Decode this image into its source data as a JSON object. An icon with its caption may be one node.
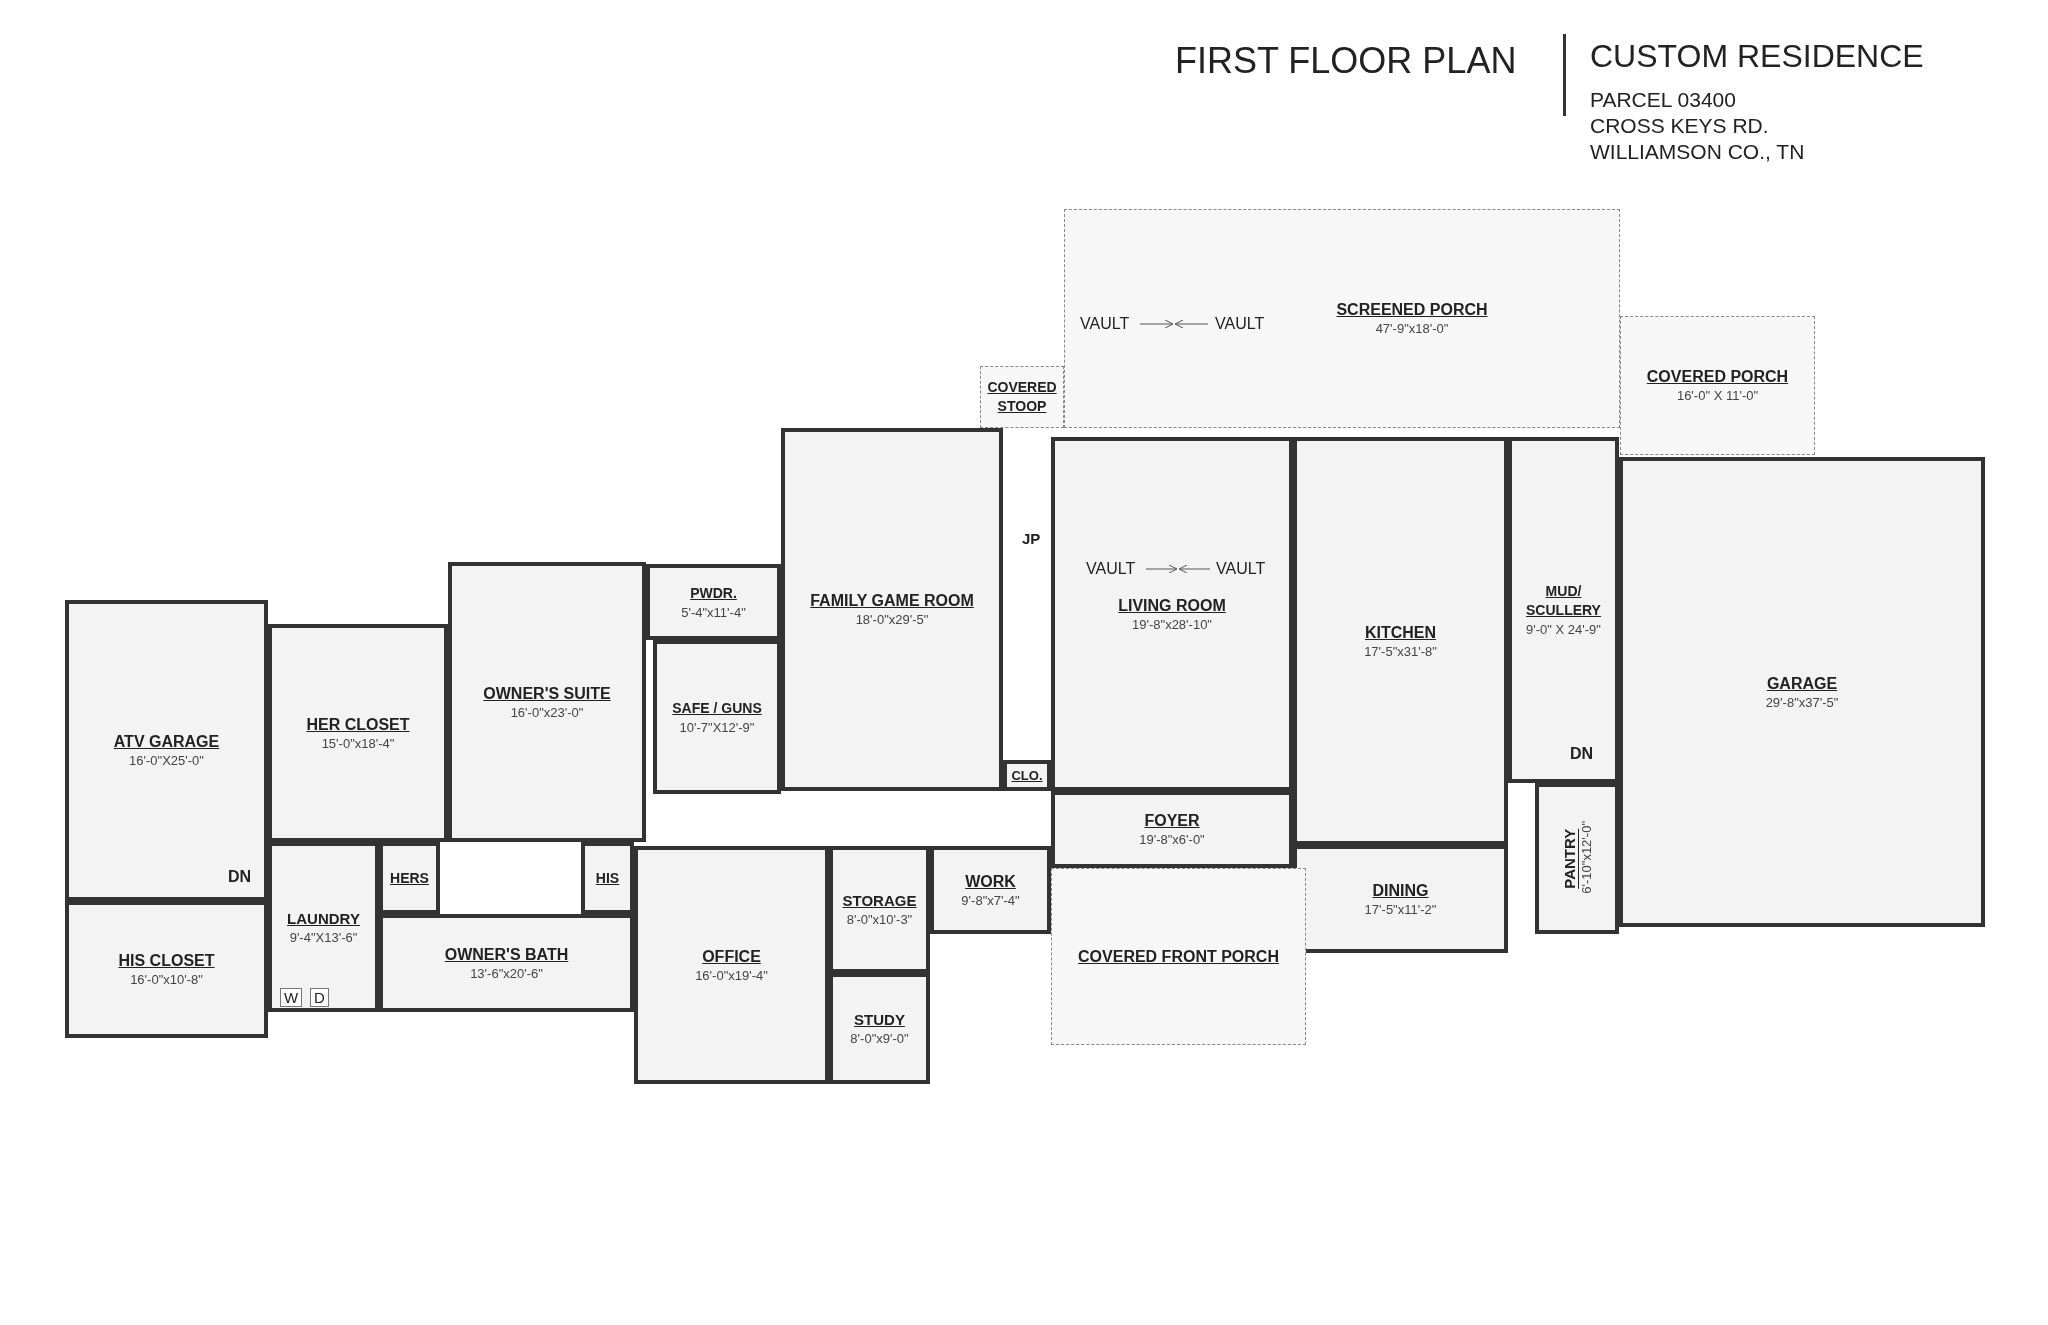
{
  "diagram": {
    "title": "FIRST FLOOR PLAN",
    "nodes": [
      {
        "text": [
          "SCREENED PORCH",
          "47'-9\"x18'-0\""
        ]
      },
      {
        "text": [
          "COVERED STOOP"
        ]
      },
      {
        "text": [
          "COVERED PORCH",
          "16'-0\" X 11'-0\""
        ]
      },
      {
        "text": [
          "FAMILY GAME ROOM",
          "18'-0\"x29'-5\""
        ]
      },
      {
        "text": [
          "LIVING ROOM",
          "19'-8\"x28'-10\""
        ]
      },
      {
        "text": [
          "KITCHEN",
          "17'-5\"x31'-8\""
        ]
      },
      {
        "text": [
          "MUD/ SCULLERY",
          "9'-0\" X 24'-9\""
        ]
      },
      {
        "text": [
          "GARAGE",
          "29'-8\"x37'-5\""
        ]
      },
      {
        "text": [
          "OWNER'S SUITE",
          "16'-0\"x23'-0\""
        ]
      },
      {
        "text": [
          "PWDR.",
          "5'-4\"x11'-4\""
        ]
      },
      {
        "text": [
          "ATV GARAGE",
          "16'-0\"X25'-0\""
        ]
      },
      {
        "text": [
          "HER CLOSET",
          "15'-0\"x18'-4\""
        ]
      },
      {
        "text": [
          "SAFE / GUNS",
          "10'-7\"X12'-9\""
        ]
      },
      {
        "text": [
          "CLO."
        ]
      },
      {
        "text": [
          "FOYER",
          "19'-8\"x6'-0\""
        ]
      },
      {
        "text": [
          "PANTRY",
          "6'-10\"x12'-0\""
        ]
      },
      {
        "text": [
          "HERS"
        ]
      },
      {
        "text": [
          "HIS"
        ]
      },
      {
        "text": [
          "LAUNDRY",
          "9'-4\"X13'-6\""
        ]
      },
      {
        "text": [
          "STORAGE",
          "8'-0\"x10'-3\""
        ]
      },
      {
        "text": [
          "WORK",
          "9'-8\"x7'-4\""
        ]
      },
      {
        "text": [
          "DINING",
          "17'-5\"x11'-2\""
        ]
      },
      {
        "text": [
          "OWNER'S BATH",
          "13'-6\"x20'-6\""
        ]
      },
      {
        "text": [
          "OFFICE",
          "16'-0\"x19'-4\""
        ]
      },
      {
        "text": [
          "COVERED FRONT PORCH"
        ]
      },
      {
        "text": [
          "HIS CLOSET",
          "16'-0\"x10'-8\""
        ]
      },
      {
        "text": [
          "STUDY",
          "8'-0\"x9'-0\""
        ]
      }
    ],
    "labels": [
      "CUSTOM RESIDENCE",
      "PARCEL 03400",
      "CROSS KEYS RD.",
      "WILLIAMSON CO., TN",
      "VAULT",
      "VAULT",
      "JP",
      "VAULT",
      "VAULT",
      "DN",
      "DN",
      "W",
      "D"
    ]
  }
}
